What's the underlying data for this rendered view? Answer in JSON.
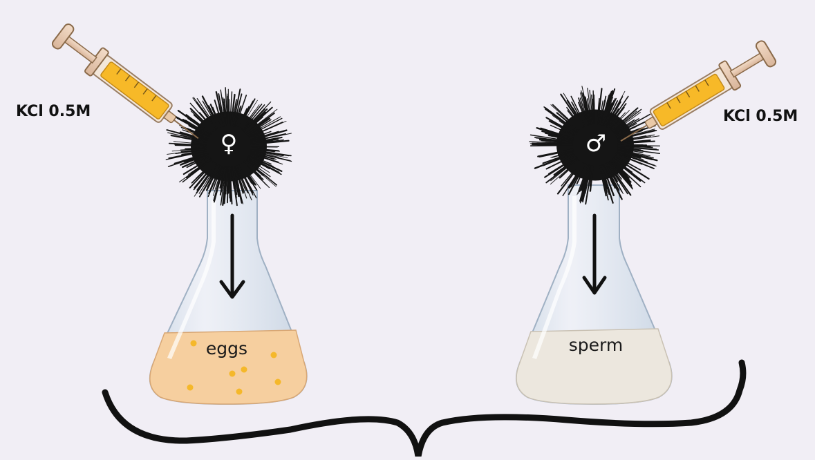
{
  "female": {
    "reagent_label": "KCl 0.5M",
    "symbol": "♀",
    "flask_label": "eggs",
    "fluid_color": "#f6cf9f",
    "dot_color": "#f5b82a"
  },
  "male": {
    "reagent_label": "KCl 0.5M",
    "symbol": "♂",
    "flask_label": "sperm",
    "fluid_color": "#ece7de"
  },
  "colors": {
    "background": "#f1eef5",
    "urchin": "#151515",
    "syringe_fluid": "#f7b928",
    "glass": "#dde7f1",
    "arrow": "#111111"
  },
  "icons": [
    "syringe-icon",
    "sea-urchin-icon",
    "erlenmeyer-flask-icon",
    "down-arrow-icon",
    "curly-brace"
  ]
}
